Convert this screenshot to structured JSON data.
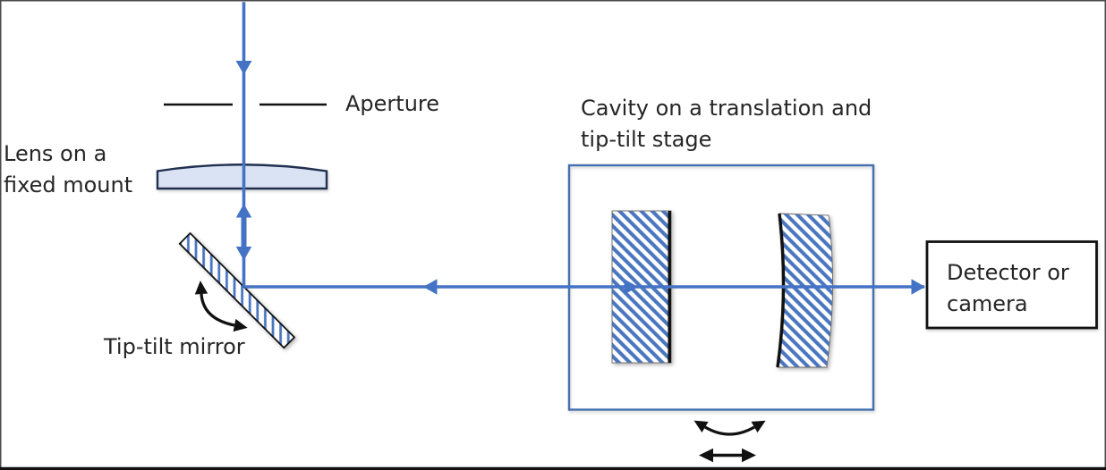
{
  "title": "Optical setup diagram: aperture, lens, tip-tilt mirror, cavity and detector",
  "labels": {
    "aperture": "Aperture",
    "lens": {
      "line1": "Lens on a",
      "line2": "fixed mount"
    },
    "tip_tilt_mirror": "Tip-tilt mirror",
    "cavity": {
      "line1": "Cavity on a translation and",
      "line2": "tip-tilt stage"
    },
    "detector": {
      "line1": "Detector or",
      "line2": "camera"
    }
  },
  "icons": {
    "beam_arrows": "blue triangular arrowheads on beam path",
    "tilt_arrow": "curved double-headed black arrow",
    "translation_arrow": "straight double-headed black arrow"
  },
  "colors": {
    "beam": "#4472c4",
    "hatch": "#4a76c0",
    "lens_fill": "#dae3f3",
    "lens_stroke": "#1f3050",
    "cavity_box": "#4470ad",
    "black": "#111111",
    "text": "#262626",
    "background": "#ffffff",
    "frame": "#4b4b4b",
    "frame_bottom": "#111111"
  }
}
